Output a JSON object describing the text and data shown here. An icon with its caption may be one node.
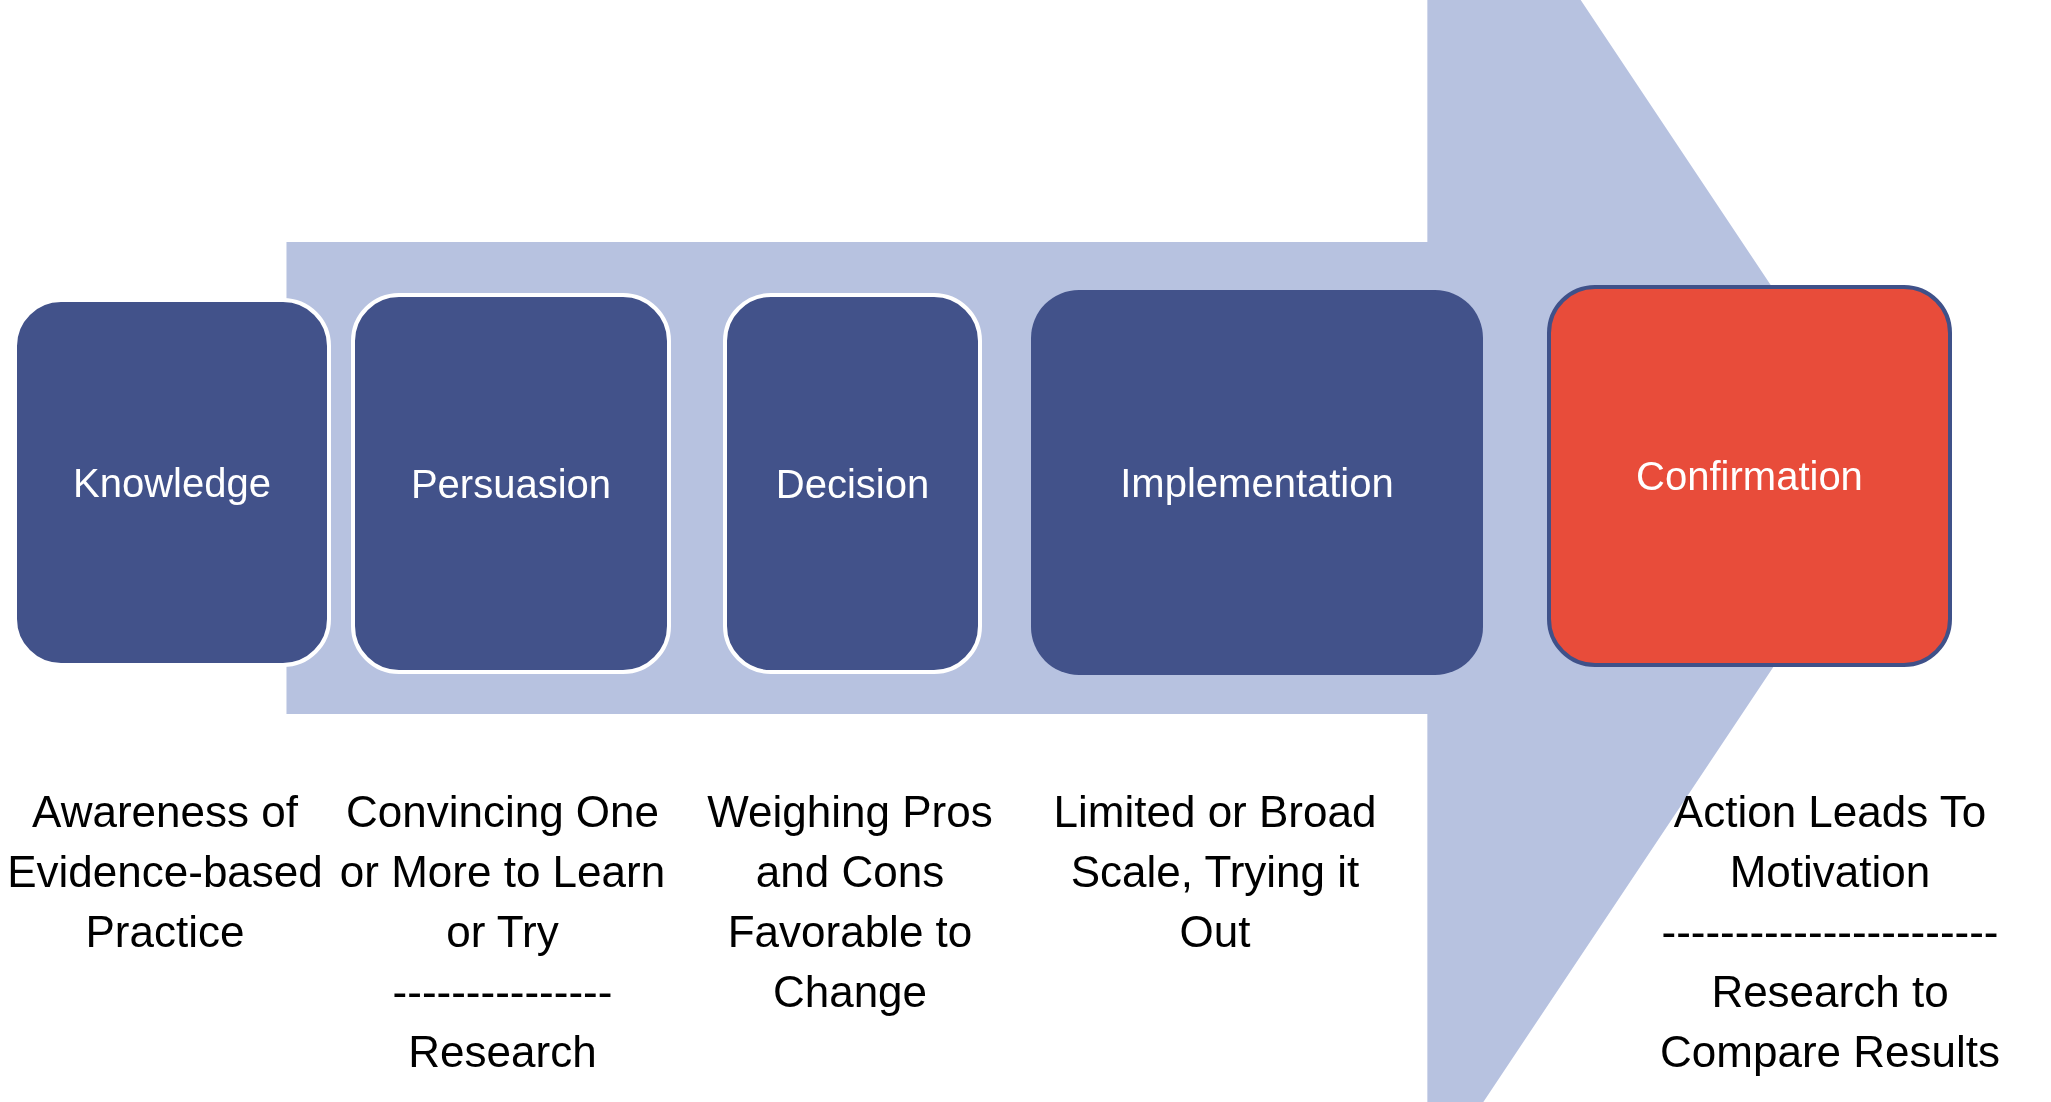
{
  "diagram": {
    "nodes": [
      {
        "text": [
          "Knowledge"
        ],
        "beside": [
          "Awareness of Evidence-based Practice"
        ]
      },
      {
        "text": [
          "Persuasion"
        ],
        "beside": [
          "Convincing One or More to Learn or Try",
          "---------------",
          "Research"
        ]
      },
      {
        "text": [
          "Decision"
        ],
        "beside": [
          "Weighing Pros and Cons Favorable to Change"
        ]
      },
      {
        "text": [
          "Implementation"
        ],
        "beside": [
          "Limited or Broad Scale, Trying it Out"
        ]
      },
      {
        "text": [
          "Confirmation"
        ],
        "beside": [
          "Action Leads To Motivation",
          "-----------------------",
          "Research to Compare Results"
        ]
      }
    ],
    "edges": [
      {
        "from": 0,
        "to": 4,
        "arrow": "to",
        "style": "thick"
      }
    ]
  }
}
